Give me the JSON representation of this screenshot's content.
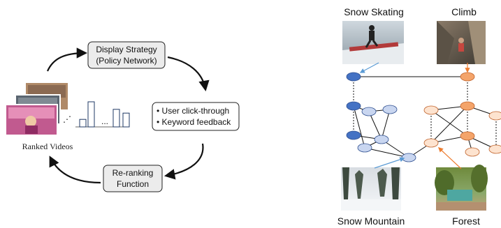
{
  "left_diagram": {
    "display_strategy": {
      "line1": "Display Strategy",
      "line2": "(Policy Network)"
    },
    "feedback": {
      "line1": "• User click-through",
      "line2": "• Keyword feedback"
    },
    "reranking": {
      "line1": "Re-ranking",
      "line2": "Function"
    },
    "ranked_videos_label": "Ranked Videos",
    "histogram_ellipsis": "...",
    "histogram_values": [
      0.3,
      1.0,
      0.7,
      0.55
    ]
  },
  "right_diagram": {
    "labels": {
      "snow_skating": "Snow Skating",
      "climb": "Climb",
      "snow_mountain": "Snow Mountain",
      "forest": "Forest"
    },
    "colors": {
      "blue_dark": "#4472c4",
      "blue_light": "#c9d6f0",
      "orange_dark": "#f4a46a",
      "orange_light": "#fde3cf",
      "blue_arrow": "#5b9bd5",
      "orange_arrow": "#ed7d31"
    }
  }
}
